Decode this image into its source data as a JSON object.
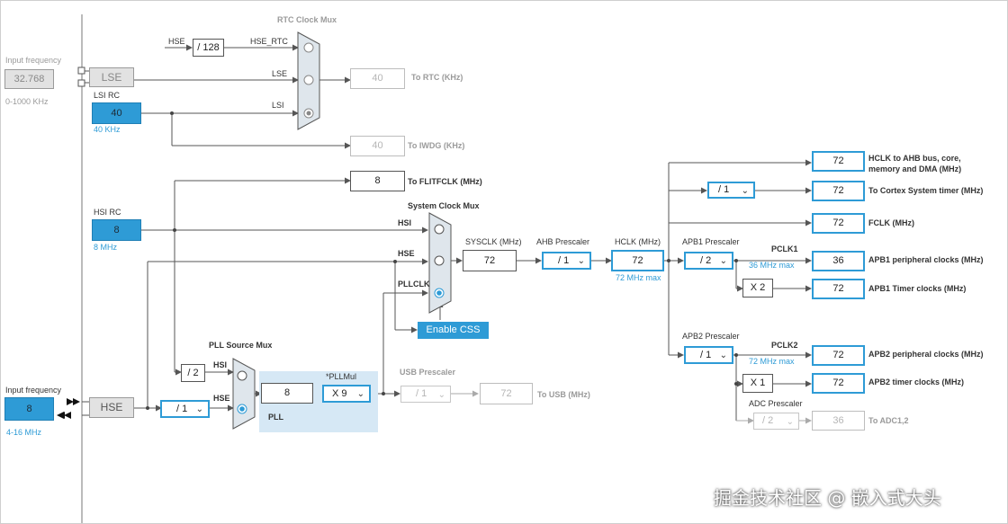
{
  "colors": {
    "accent": "#2e9bd6",
    "panel": "#d6e8f5",
    "disabled": "#b5b5b5"
  },
  "left": {
    "lse_input_label": "Input frequency",
    "lse_input_value": "32.768",
    "lse_range": "0-1000 KHz",
    "lse_block": "LSE",
    "lsi_title": "LSI RC",
    "lsi_value": "40",
    "lsi_unit": "40 KHz",
    "hsi_title": "HSI RC",
    "hsi_value": "8",
    "hsi_unit": "8 MHz",
    "hse_input_label": "Input frequency",
    "hse_input_value": "8",
    "hse_range": "4-16 MHz",
    "hse_block": "HSE"
  },
  "rtc": {
    "title": "RTC Clock Mux",
    "hse_label": "HSE",
    "div": "/ 128",
    "hse_rtc": "HSE_RTC",
    "lse_in": "LSE",
    "lsi_in": "LSI",
    "rtc_value": "40",
    "rtc_label": "To RTC (KHz)",
    "iwdg_value": "40",
    "iwdg_label": "To IWDG (KHz)"
  },
  "flit": {
    "value": "8",
    "label": "To FLITFCLK (MHz)"
  },
  "sys": {
    "title": "System Clock Mux",
    "hsi": "HSI",
    "hse": "HSE",
    "pllclk": "PLLCLK",
    "sysclk_label": "SYSCLK (MHz)",
    "sysclk_value": "72",
    "ahb_label": "AHB Prescaler",
    "ahb_value": "/ 1",
    "hclk_label": "HCLK (MHz)",
    "hclk_value": "72",
    "hclk_max": "72 MHz max",
    "css_button": "Enable CSS"
  },
  "pll": {
    "title": "PLL Source Mux",
    "hsi": "HSI",
    "hse": "HSE",
    "hsi_div": "/ 2",
    "hse_prediv": "/ 1",
    "pll_in": "8",
    "mul_label": "*PLLMul",
    "mul_value": "X 9",
    "pll_label": "PLL",
    "usb_label": "USB Prescaler",
    "usb_value": "/ 1",
    "usb_out": "72",
    "usb_out_label": "To USB (MHz)"
  },
  "outputs": {
    "hclk_ahb_value": "72",
    "hclk_ahb_label": "HCLK to AHB bus, core,",
    "hclk_ahb_label2": "memory and DMA (MHz)",
    "cortex_div": "/ 1",
    "cortex_value": "72",
    "cortex_label": "To Cortex System timer (MHz)",
    "fclk_value": "72",
    "fclk_label": "FCLK (MHz)",
    "apb1_label": "APB1 Prescaler",
    "apb1_value": "/ 2",
    "pclk1": "PCLK1",
    "pclk1_max": "36 MHz max",
    "apb1_periph_value": "36",
    "apb1_periph_label": "APB1 peripheral clocks (MHz)",
    "apb1_timer_mul": "X 2",
    "apb1_timer_value": "72",
    "apb1_timer_label": "APB1 Timer clocks (MHz)",
    "apb2_label": "APB2 Prescaler",
    "apb2_value": "/ 1",
    "pclk2": "PCLK2",
    "pclk2_max": "72 MHz max",
    "apb2_periph_value": "72",
    "apb2_periph_label": "APB2 peripheral clocks (MHz)",
    "apb2_timer_mul": "X 1",
    "apb2_timer_value": "72",
    "apb2_timer_label": "APB2 timer clocks (MHz)",
    "adc_label": "ADC Prescaler",
    "adc_value": "/ 2",
    "adc_out": "36",
    "adc_out_label": "To ADC1,2"
  },
  "watermark": "掘金技术社区 @ 嵌入式大头"
}
